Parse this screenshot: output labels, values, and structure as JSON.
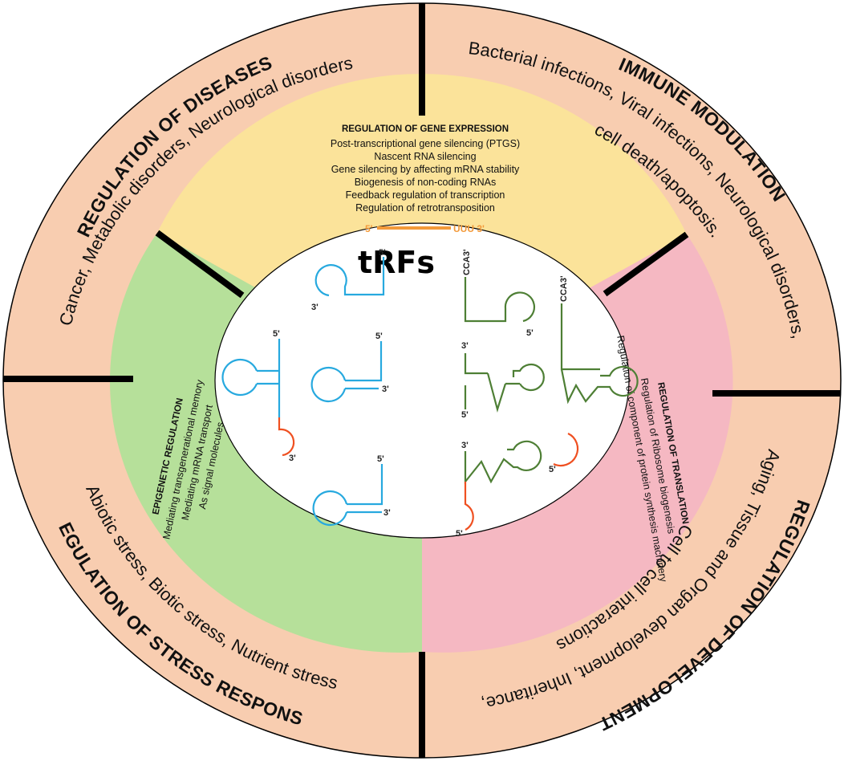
{
  "colors": {
    "outer_ring": "#f8cdb0",
    "gene_expression": "#fbe39a",
    "translation": "#f5b8c2",
    "epigenetic": "#b6e09a",
    "center": "#ffffff",
    "divider": "#000000",
    "strand_blue": "#27a9df",
    "strand_green": "#4e7f35",
    "strand_red": "#ef5021",
    "strand_orange": "#f39a3a"
  },
  "outer_sections": {
    "diseases": {
      "title": "REGULATION OF DISEASES",
      "lines": [
        "Cancer, Metabolic disorders, Neurological disorders"
      ]
    },
    "immune": {
      "title": "IMMUNE MODULATION",
      "lines": [
        "Bacterial infections, Viral infections, Neurological disorders,",
        "cell death/apoptosis."
      ]
    },
    "development": {
      "title": "REGULATION OF DEVELOPMENT",
      "lines": [
        "Aging, Tissue and Organ development, Inheritance,",
        "Cell to cell interactions"
      ]
    },
    "stress": {
      "title": "REGULATION OF STRESS RESPONSE",
      "lines": [
        "Abiotic stress, Biotic stress, Nutrient stress"
      ]
    }
  },
  "middle_sections": {
    "gene_expression": {
      "title": "REGULATION OF GENE EXPRESSION",
      "lines": [
        "Post-transcriptional gene silencing (PTGS)",
        "Nascent RNA silencing",
        "Gene silencing by affecting mRNA stability",
        "Biogenesis of non-coding RNAs",
        "Feedback regulation of transcription",
        "Regulation of retrotransposition"
      ]
    },
    "translation": {
      "title": "REGULATION OF TRANSLATION",
      "lines": [
        "Regulation of Ribosome biogenesis",
        "Regulation of component of protein synthesis machinery"
      ]
    },
    "epigenetic": {
      "title": "EPIGENETIC REGULATION",
      "lines": [
        "Mediating transgenerational memory",
        "Mediating mRNA transport",
        "As signal molecules"
      ]
    }
  },
  "center": {
    "title": "tRFs",
    "labels": {
      "five_prime": "5'",
      "three_prime": "3'",
      "cca_three_prime": "CCA3'",
      "uuu_three_prime": "UUU 3'"
    }
  }
}
